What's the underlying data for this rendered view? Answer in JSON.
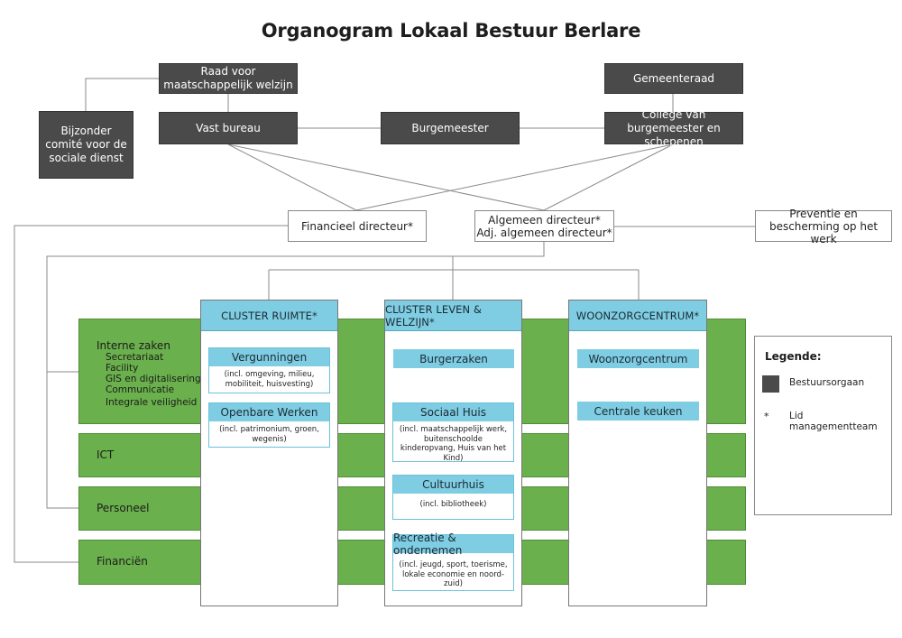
{
  "title": "Organogram Lokaal Bestuur Berlare",
  "governance": {
    "raad": "Raad voor maatschappelijk welzijn",
    "gemeenteraad": "Gemeenteraad",
    "bijzonder_comite": "Bijzonder comité voor de sociale dienst",
    "vast_bureau": "Vast bureau",
    "burgemeester": "Burgemeester",
    "college": "College van burgemeester en schepenen"
  },
  "directors": {
    "financieel": "Financieel directeur*",
    "algemeen_line1": "Algemeen directeur*",
    "algemeen_line2": "Adj. algemeen directeur*",
    "preventie": "Preventie en bescherming op het werk"
  },
  "support": {
    "interne_zaken": {
      "title": "Interne zaken",
      "items": [
        "Secretariaat",
        "Facility",
        "GIS en digitalisering",
        "Communicatie"
      ],
      "last": "Integrale veiligheid"
    },
    "ict": "ICT",
    "personeel": "Personeel",
    "financien": "Financiën"
  },
  "clusters": {
    "ruimte": {
      "title": "CLUSTER RUIMTE*",
      "departments": [
        {
          "name": "Vergunningen",
          "note": "(incl. omgeving, milieu, mobiliteit, huisvesting)"
        },
        {
          "name": "Openbare Werken",
          "note": "(incl. patrimonium, groen, wegenis)"
        }
      ]
    },
    "leven": {
      "title": "CLUSTER LEVEN & WELZIJN*",
      "burgerzaken": "Burgerzaken",
      "departments": [
        {
          "name": "Sociaal Huis",
          "note": "(incl. maatschappelijk werk, buitenschoolde kinderopvang, Huis van het Kind)"
        },
        {
          "name": "Cultuurhuis",
          "note": "(incl. bibliotheek)"
        },
        {
          "name": "Recreatie & ondernemen",
          "note": "(incl. jeugd, sport, toerisme, lokale economie en noord-zuid)"
        }
      ]
    },
    "woonzorg": {
      "title": "WOONZORGCENTRUM*",
      "items": [
        "Woonzorgcentrum",
        "Centrale keuken"
      ]
    }
  },
  "legend": {
    "title": "Legende:",
    "bestuursorgaan": "Bestuursorgaan",
    "star": "*",
    "lid": "Lid managementteam"
  },
  "colors": {
    "governance": "#4a4a4a",
    "support_green": "#6ab04c",
    "cluster_blue": "#7fcde3",
    "lines": "#888888"
  }
}
